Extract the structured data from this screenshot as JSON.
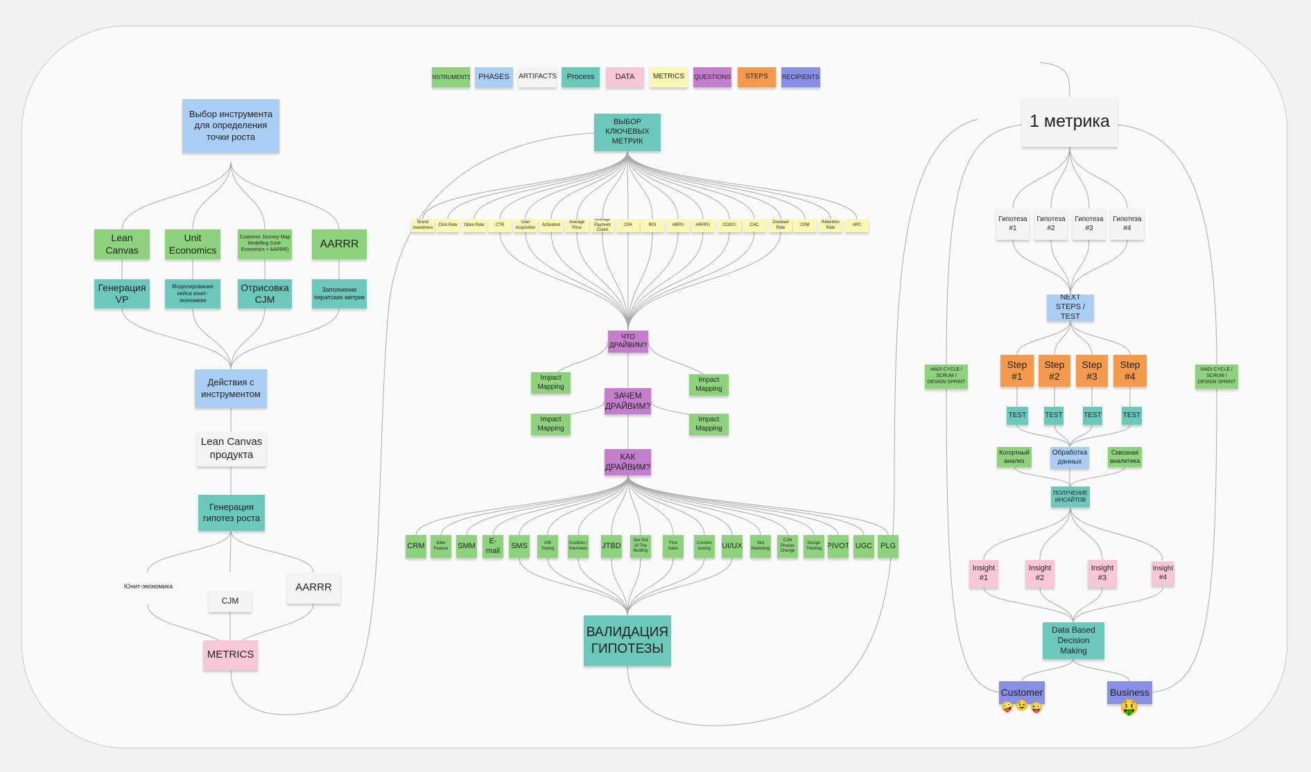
{
  "legend": [
    {
      "id": "instruments",
      "label": "INSTRUMENTS",
      "color": "green"
    },
    {
      "id": "phases",
      "label": "PHASES",
      "color": "blue"
    },
    {
      "id": "artifacts",
      "label": "ARTIFACTS",
      "color": "white"
    },
    {
      "id": "process",
      "label": "Process",
      "color": "teal"
    },
    {
      "id": "data",
      "label": "DATA",
      "color": "pink"
    },
    {
      "id": "metrics",
      "label": "METRICS",
      "color": "yellow"
    },
    {
      "id": "questions",
      "label": "QUESTIONS",
      "color": "purple"
    },
    {
      "id": "steps",
      "label": "STEPS",
      "color": "orange"
    },
    {
      "id": "recipients",
      "label": "RECIPIENTS",
      "color": "indigo"
    }
  ],
  "left": {
    "tool_choice": "Выбор инструмента для определения точки роста",
    "instruments": [
      "Lean Canvas",
      "Unit Economics",
      "Customer Journey Map Modelling (Unit-Economics + AARRR)",
      "AARRR"
    ],
    "processes": [
      "Генерация VP",
      "Моделирование кейса юнит-экономики",
      "Отрисовка CJM",
      "Заполнение пиратских метрик"
    ],
    "actions": "Действия с инструментом",
    "lean_canvas": "Lean Canvas продукта",
    "generation": "Генерация гипотез роста",
    "artifacts": [
      "Юнит-экономика",
      "CJM",
      "AARRR"
    ],
    "metrics": "METRICS"
  },
  "middle": {
    "key_metrics": "ВЫБОР КЛЮЧЕВЫХ МЕТРИК",
    "metrics": [
      "Brand Awareness",
      "Click Rate",
      "Open Rate",
      "CTR",
      "User Acquisition",
      "Activation",
      "Average Price",
      "Average Payment Count",
      "CPA",
      "ROI",
      "ARPU",
      "ARPPU",
      "COGS",
      "CAC",
      "Dowload Rate",
      "CPM",
      "Retention Rate",
      "APC"
    ],
    "q1": "ЧТО ДРАЙВИМ?",
    "q2": "ЗАЧЕМ ДРАЙВИМ?",
    "q3": "КАК ДРАЙВИМ?",
    "impact": "Impact Mapping",
    "tools": [
      "CRM",
      "Killer Feature",
      "SMM",
      "E-mail",
      "SMS",
      "A/B Testing",
      "CustDev / Interviews",
      "JTBD",
      "Get Out Of The Buiding",
      "First Sales",
      "Corridor testing",
      "UI/UX",
      "Slot Marketing",
      "CJM Phases Change",
      "Design Thinking",
      "PIVOT",
      "UGC",
      "PLG"
    ],
    "validation": "ВАЛИДАЦИЯ ГИПОТЕЗЫ"
  },
  "right": {
    "one_metric": "1 метрика",
    "hypotheses": [
      "Гипотеза #1",
      "Гипотеза #2",
      "Гипотеза #3",
      "Гипотеза #4"
    ],
    "next_steps": "NEXT STEPS / TEST",
    "steps": [
      "Step #1",
      "Step #2",
      "Step #3",
      "Step #4"
    ],
    "test": "TEST",
    "hadi": "HADI CYCLE / SCRUM / DESIGN SPRINT",
    "cohort": "Когортный анализ",
    "processing": "Обработка данных",
    "through": "Сквозная аналитика",
    "insights_get": "ПОЛУЧЕНИЕ ИНСАЙТОВ",
    "insights": [
      "Insight #1",
      "Insight #2",
      "Insight #3",
      "Insight #4"
    ],
    "decision": "Data Based Decision Making",
    "customer": "Customer",
    "customer_emoji": [
      "🤪",
      "😉",
      "😜"
    ],
    "business": "Business",
    "business_emoji": "🤑"
  }
}
